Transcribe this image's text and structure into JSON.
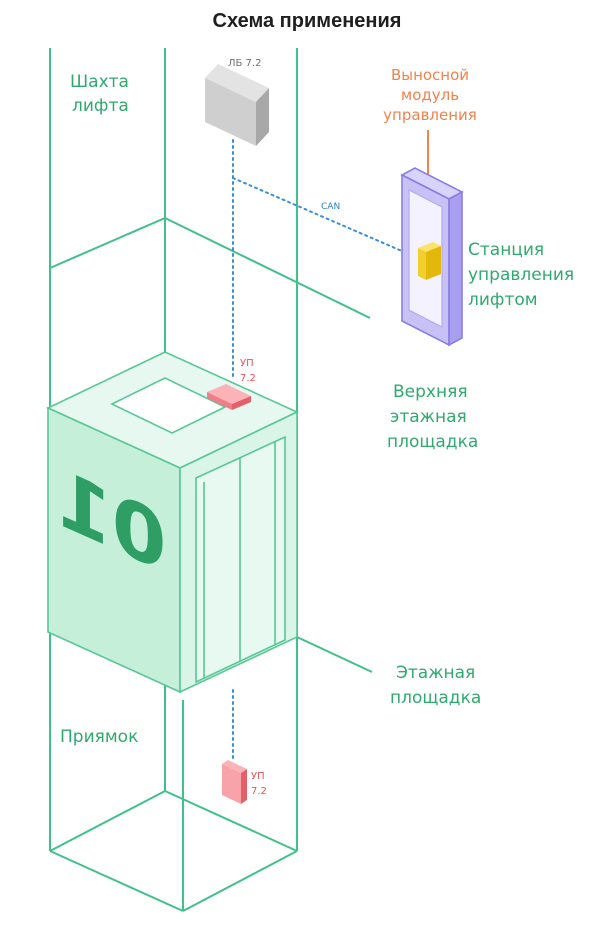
{
  "title": "Схема применения",
  "labels": {
    "shaft": [
      "Шахта",
      "лифта"
    ],
    "lb": "ЛБ 7.2",
    "remote_module": [
      "Выносной",
      "модуль",
      "управления"
    ],
    "can": "CAN",
    "station": [
      "Станция",
      "управления",
      "лифтом"
    ],
    "up_top": [
      "УП",
      "7.2"
    ],
    "upper_landing": [
      "Верхняя",
      "этажная",
      "площадка"
    ],
    "cabin_number": "01",
    "landing": [
      "Этажная",
      "площадка"
    ],
    "pit": "Приямок",
    "up_bottom": [
      "УП",
      "7.2"
    ]
  },
  "colors": {
    "shaft_line": "#40c08a",
    "label_green": "#2faa6f",
    "can_line": "#3a8fd6",
    "device_red": "#f07e86",
    "remote_orange": "#f0824a",
    "station_purple": "#8a7fe0",
    "module_yellow": "#f2cf2a",
    "cabin_fill": "#c5efd9"
  }
}
